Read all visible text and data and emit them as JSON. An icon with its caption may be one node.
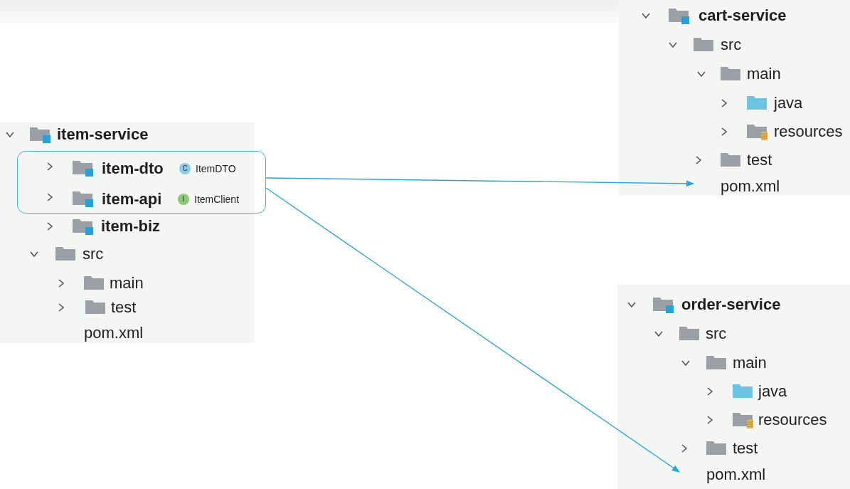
{
  "diagram": {
    "nodes": [
      {
        "text": [
          "item-dto",
          "C",
          "ItemDTO",
          "item-api",
          "I",
          "ItemClient"
        ]
      },
      {
        "text": [
          "pom.xml"
        ]
      },
      {
        "text": [
          "pom.xml"
        ]
      }
    ],
    "edges": [
      {
        "from": 0,
        "to": 1,
        "arrow": "to"
      },
      {
        "from": 0,
        "to": 2,
        "arrow": "to"
      }
    ],
    "labels": [
      "item-service",
      "item-biz",
      "src",
      "main",
      "test",
      "pom.xml",
      "cart-service",
      "src",
      "main",
      "java",
      "resources",
      "test",
      "order-service",
      "src",
      "main",
      "java",
      "resources",
      "test"
    ]
  }
}
